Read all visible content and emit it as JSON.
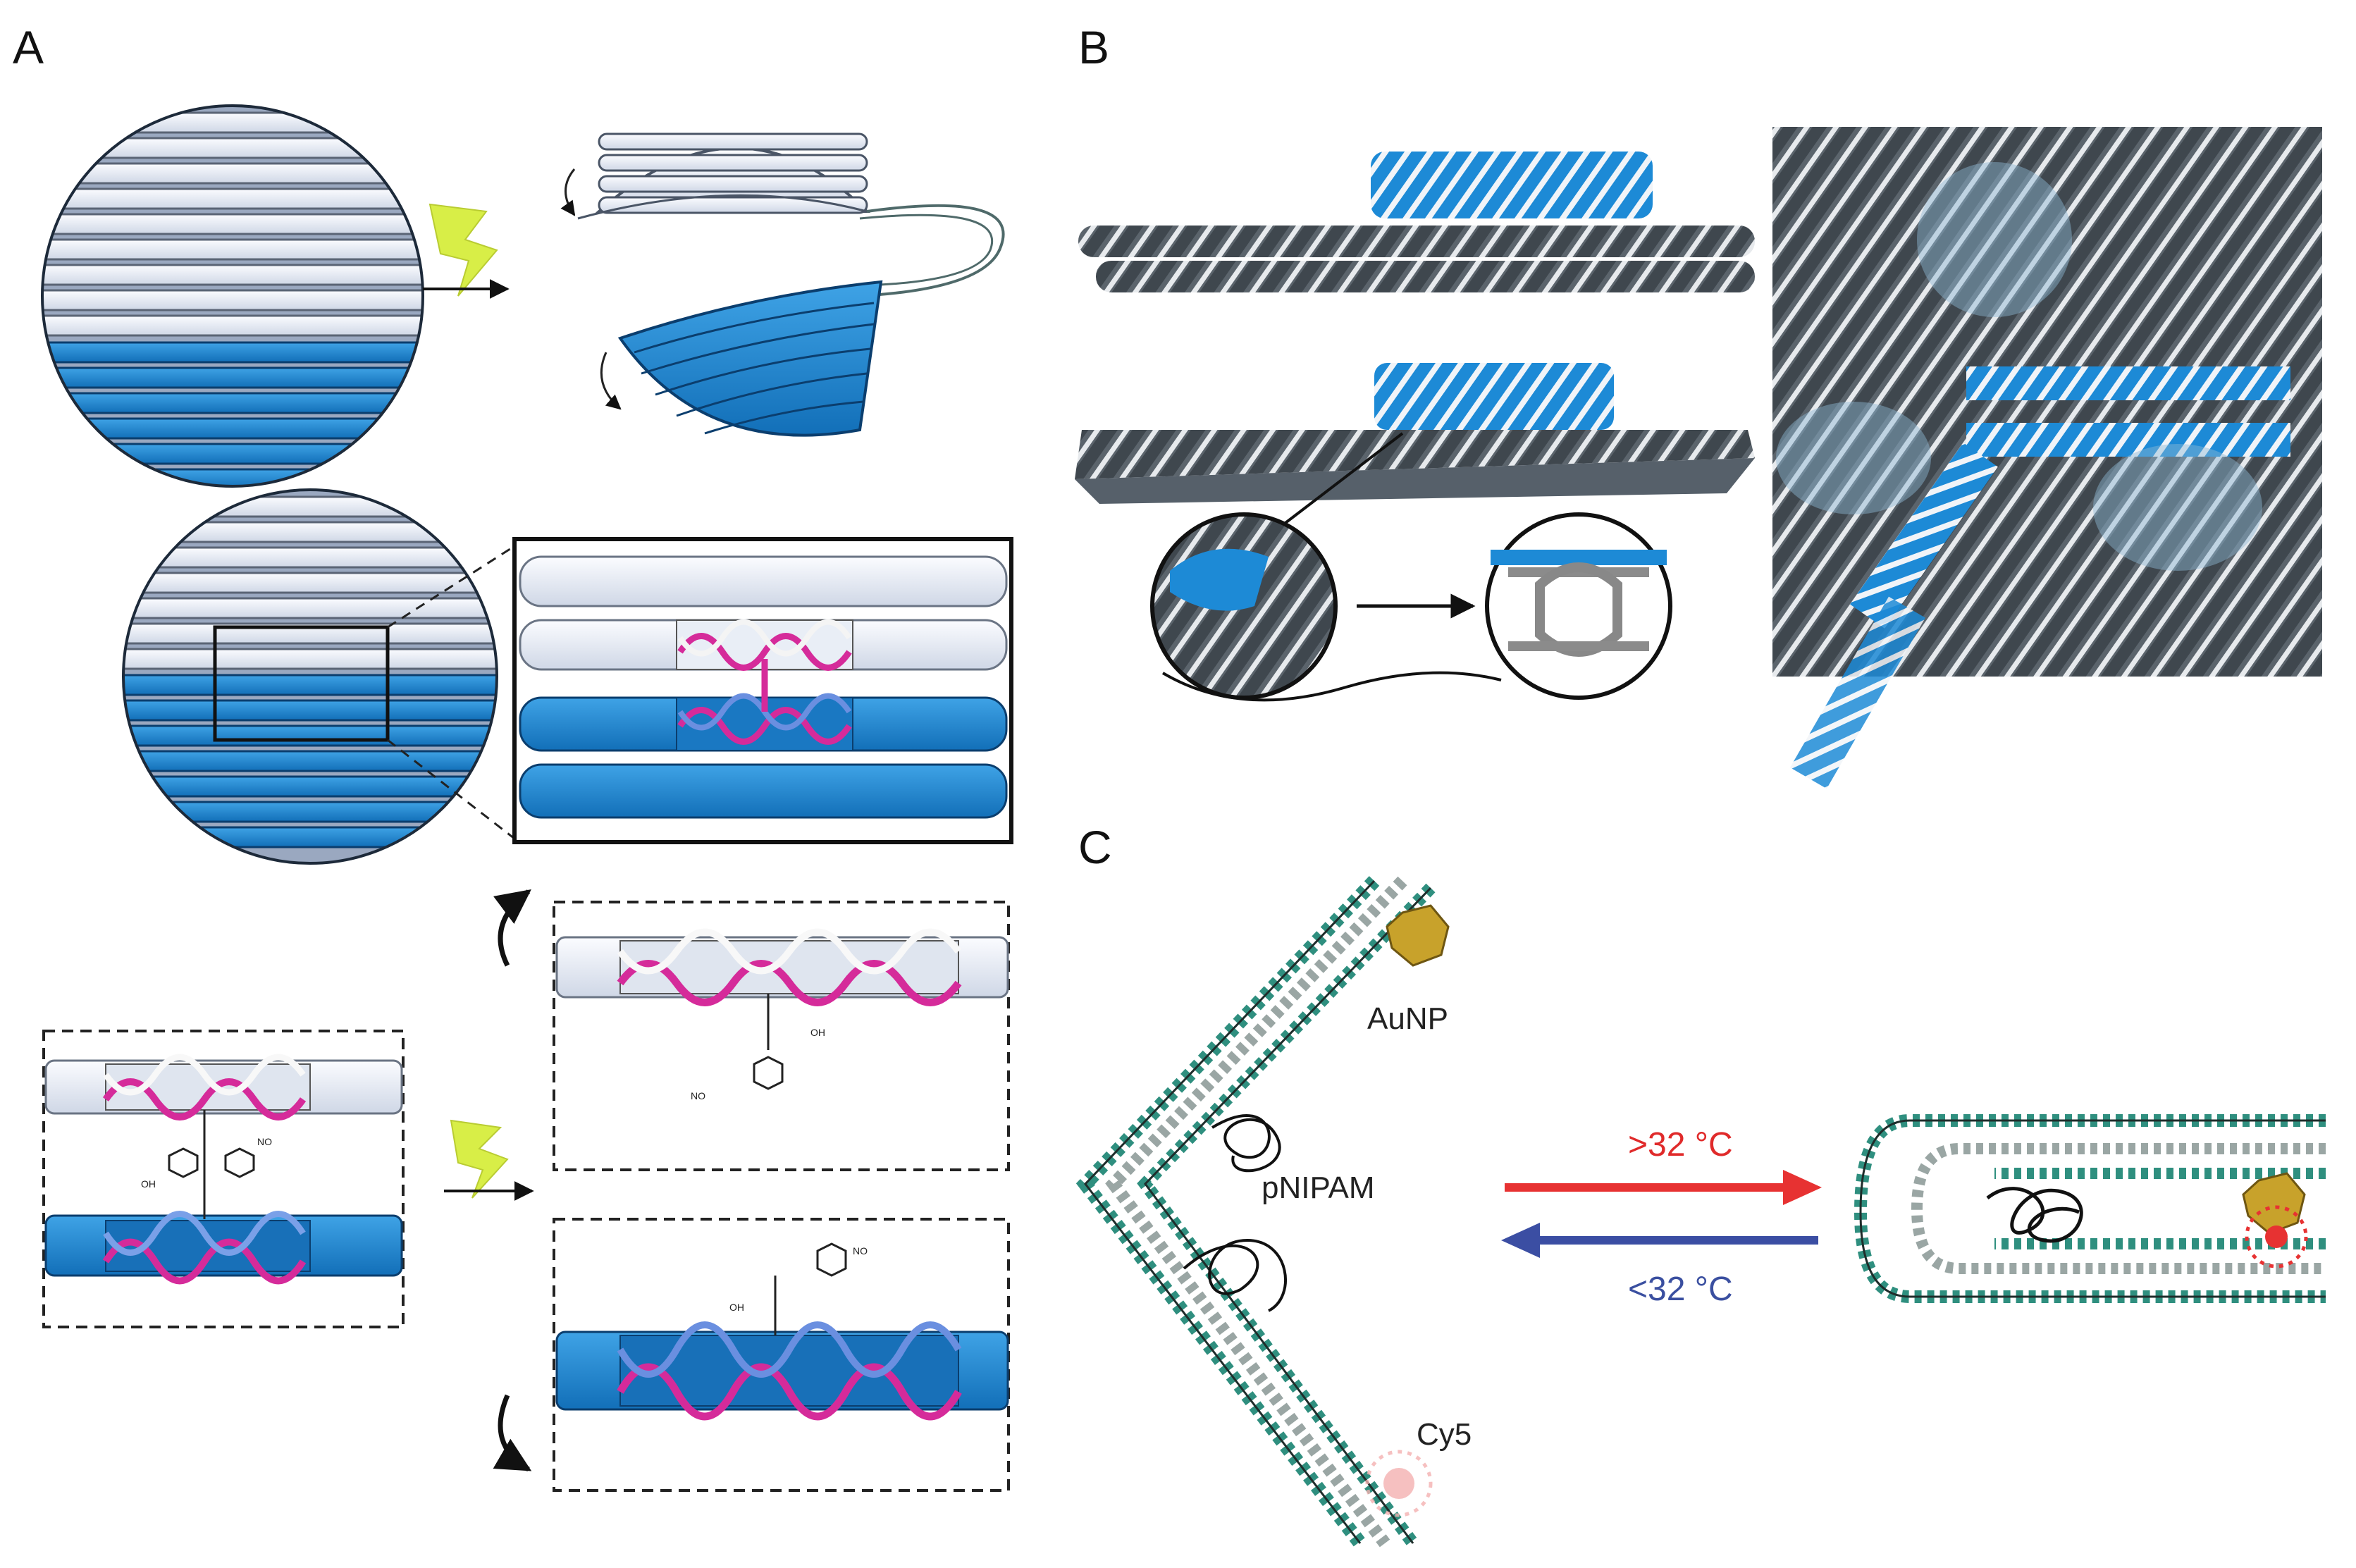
{
  "panels": {
    "a": {
      "letter": "A"
    },
    "b": {
      "letter": "B"
    },
    "c": {
      "letter": "C"
    }
  },
  "chem_labels": {
    "oh": "OH",
    "no2": "NO"
  },
  "panel_c": {
    "aunp_label": "AuNP",
    "polymer_label": "pNIPAM",
    "dye_label": "Cy5",
    "heat_label": ">32 °C",
    "cool_label": "<32 °C"
  },
  "colors": {
    "dna_blue": "#1d8ad6",
    "dna_white": "#e6ebf5",
    "magenta": "#d52b9a",
    "gray_dark": "#4f5860",
    "gold": "#c8a22b",
    "teal": "#2f8f7f",
    "arrow_red": "#e73232",
    "arrow_blue": "#3b4ea3",
    "flash_yellow": "#d8ee47"
  },
  "icons": [
    "light-flash-icon",
    "rotation-arrow-icon",
    "forward-arrow-icon"
  ]
}
